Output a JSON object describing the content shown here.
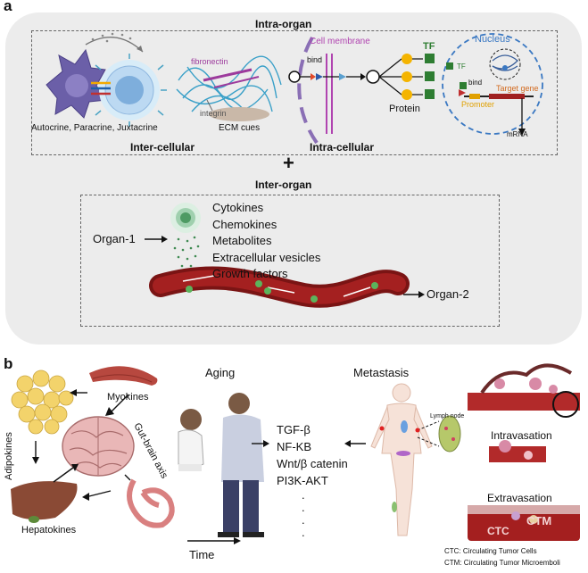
{
  "panel_a": {
    "letter": "a",
    "intra_organ_title": "Intra-organ",
    "plus": "+",
    "inter_organ_title": "Inter-organ",
    "autocrine_caption": "Autocrine, Paracrine, Juxtacrine",
    "fibronectin": "fibronectin",
    "integrin": "integrin",
    "ecm_caption": "ECM cues",
    "inter_cellular": "Inter-cellular",
    "intra_cellular": "Intra-cellular",
    "cell_membrane": "Cell membrane",
    "bind": "bind",
    "tf": "TF",
    "protein": "Protein",
    "nucleus": "Nucleus",
    "tf_small": "TF",
    "bind_small": "bind",
    "target_gene": "Target gene",
    "promoter": "Promoter",
    "mrna": "mRNA",
    "organ1": "Organ-1",
    "organ2": "Organ-2",
    "secreted": [
      "Cytokines",
      "Chemokines",
      "Metabolites",
      "Extracellular vesicles",
      "Growth factors"
    ]
  },
  "panel_b": {
    "letter": "b",
    "myokines": "Myokines",
    "adipokines": "Adipokines",
    "gut_brain_axis": "Gut-brain axis",
    "hepatokines": "Hepatokines",
    "aging": "Aging",
    "time": "Time",
    "pathways": [
      "TGF-β",
      "NF-KB",
      "Wnt/β catenin",
      "PI3K-AKT"
    ],
    "dots": ".",
    "metastasis": "Metastasis",
    "lymph_node": "Lymph node",
    "intravasation": "Intravasation",
    "extravasation": "Extravasation",
    "ctc": "CTC",
    "ctm": "CTM",
    "legend_ctc": "CTC: Circulating Tumor Cells",
    "legend_ctm": "CTM: Circulating Tumor Microemboli"
  },
  "colors": {
    "panel_bg": "#ececec",
    "membrane": "#b044b0",
    "tf_green": "#2e7d32",
    "protein_yellow": "#f4b400",
    "nucleus_blue": "#3a78c2",
    "target_gene": "#d2691e",
    "promoter": "#e0a000",
    "vessel_red": "#8b1a1a"
  }
}
